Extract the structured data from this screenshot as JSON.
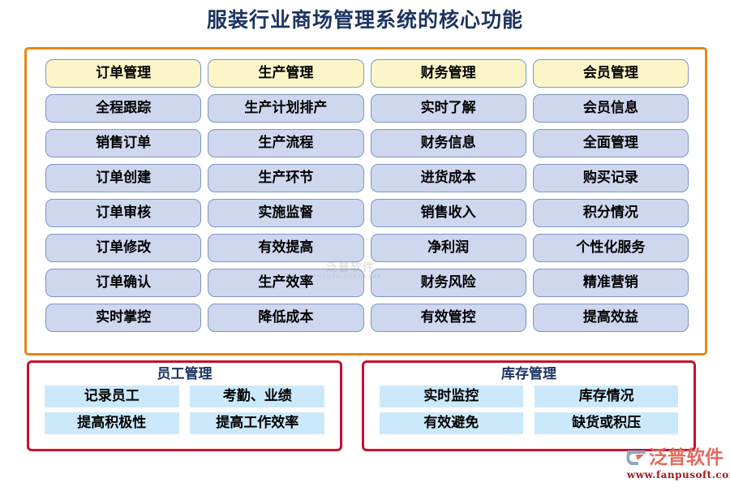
{
  "page": {
    "title": "服装行业商场管理系统的核心功能",
    "accent_orange": "#E8870F",
    "accent_red": "#C8102E",
    "title_color": "#1D3461",
    "pill_fill": "#CED7EE",
    "pill_head_fill": "#FBF5C8",
    "pill_border": "#7E95C4",
    "cell_fill": "#CBE9FB"
  },
  "main_panel": {
    "columns": [
      {
        "header": "订单管理",
        "items": [
          "全程跟踪",
          "销售订单",
          "订单创建",
          "订单审核",
          "订单修改",
          "订单确认",
          "实时掌控"
        ]
      },
      {
        "header": "生产管理",
        "items": [
          "生产计划排产",
          "生产流程",
          "生产环节",
          "实施监督",
          "有效提高",
          "生产效率",
          "降低成本"
        ]
      },
      {
        "header": "财务管理",
        "items": [
          "实时了解",
          "财务信息",
          "进货成本",
          "销售收入",
          "净利润",
          "财务风险",
          "有效管控"
        ]
      },
      {
        "header": "会员管理",
        "items": [
          "会员信息",
          "全面管理",
          "购买记录",
          "积分情况",
          "个性化服务",
          "精准营销",
          "提高效益"
        ]
      }
    ]
  },
  "bottom_boxes": [
    {
      "title": "员工管理",
      "left_cells": [
        "记录员工",
        "提高积极性"
      ],
      "right_cells": [
        "考勤、业绩",
        "提高工作效率"
      ]
    },
    {
      "title": "库存管理",
      "left_cells": [
        "实时监控",
        "有效避免"
      ],
      "right_cells": [
        "库存情况",
        "缺货或积压"
      ]
    }
  ],
  "watermark": {
    "cn": "泛普软件",
    "en": "FANPU SOFTWARE"
  },
  "logo": {
    "name_cn": "泛普软件",
    "url": "www.fanpusoft.com"
  }
}
